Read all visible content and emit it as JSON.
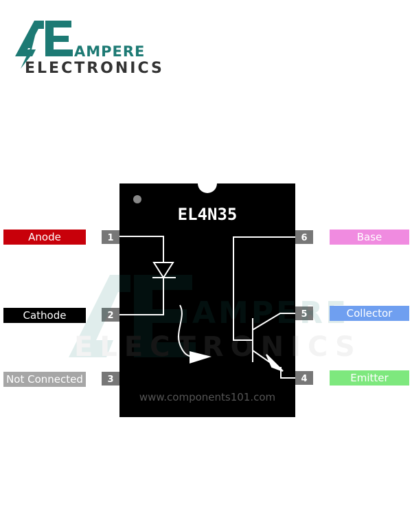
{
  "logo": {
    "mark": "AE",
    "line1": "AMPERE",
    "line2": "ELECTRONICS",
    "color": "#1d7a74",
    "dark": "#333333"
  },
  "chip": {
    "name": "EL4N35",
    "watermark": "www.components101.com",
    "body_color": "#000000"
  },
  "pins": [
    {
      "number": "1",
      "label": "Anode",
      "color": "#c8000a",
      "text_color": "#ffffff"
    },
    {
      "number": "2",
      "label": "Cathode",
      "color": "#000000",
      "text_color": "#ffffff"
    },
    {
      "number": "3",
      "label": "Not Connected",
      "color": "#a6a6a6",
      "text_color": "#ffffff"
    },
    {
      "number": "4",
      "label": "Emitter",
      "color": "#7ee87e",
      "text_color": "#ffffff"
    },
    {
      "number": "5",
      "label": "Collector",
      "color": "#6f9ff0",
      "text_color": "#ffffff"
    },
    {
      "number": "6",
      "label": "Base",
      "color": "#f08be0",
      "text_color": "#ffffff"
    }
  ]
}
